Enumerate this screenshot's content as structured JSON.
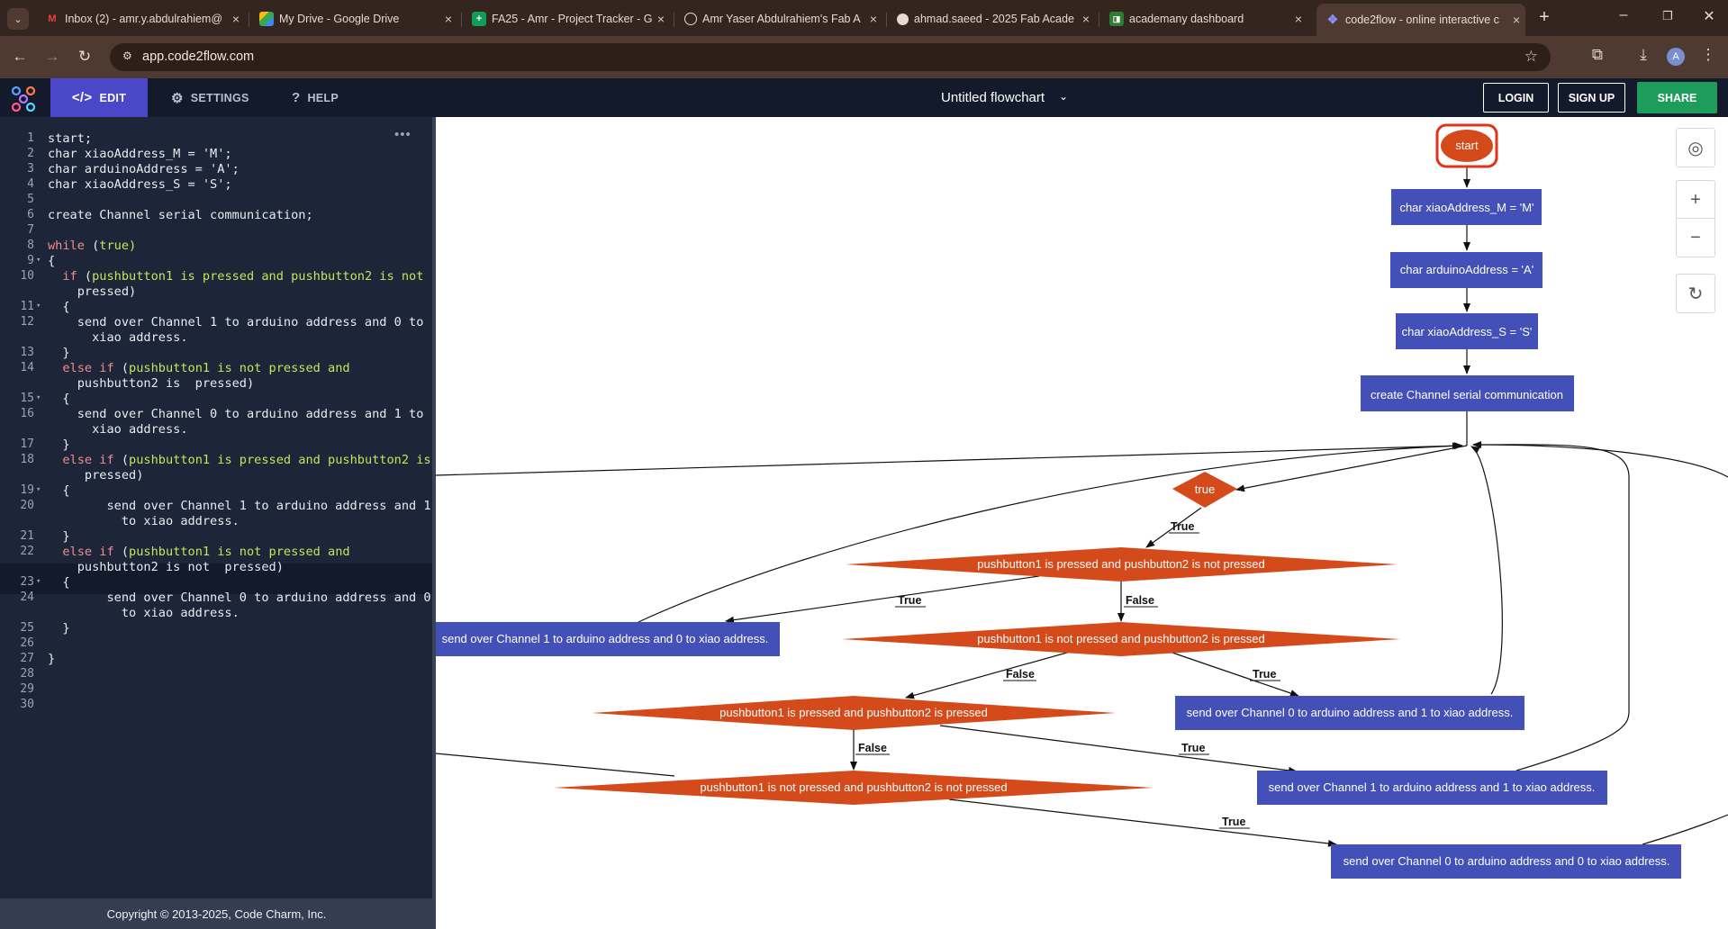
{
  "browser": {
    "tabs": [
      {
        "title": "Inbox (2) - amr.y.abdulrahiem@",
        "icon": "gmail-icon"
      },
      {
        "title": "My Drive - Google Drive",
        "icon": "drive-icon"
      },
      {
        "title": "FA25 - Amr - Project Tracker - G",
        "icon": "sheets-icon"
      },
      {
        "title": "Amr Yaser Abdulrahiem's Fab A",
        "icon": "globe-icon"
      },
      {
        "title": "ahmad.saeed - 2025 Fab Acade",
        "icon": "globe-icon"
      },
      {
        "title": "academany dashboard",
        "icon": "academany-icon"
      },
      {
        "title": "code2flow - online interactive c",
        "icon": "code2flow-icon",
        "active": true
      }
    ],
    "url": "app.code2flow.com",
    "profile_initial": "A"
  },
  "app": {
    "nav": {
      "edit": "EDIT",
      "settings": "SETTINGS",
      "help": "HELP"
    },
    "doc_title": "Untitled flowchart",
    "login": "LOGIN",
    "signup": "SIGN UP",
    "share": "SHARE",
    "footer": "Copyright © 2013-2025, Code Charm, Inc."
  },
  "code_lines": [
    {
      "n": "1",
      "text": "start;"
    },
    {
      "n": "2",
      "text": "char xiaoAddress_M = 'M';"
    },
    {
      "n": "3",
      "text": "char arduinoAddress = 'A';"
    },
    {
      "n": "4",
      "text": "char xiaoAddress_S = 'S';"
    },
    {
      "n": "5",
      "text": ""
    },
    {
      "n": "6",
      "text": "create Channel serial communication;"
    },
    {
      "n": "7",
      "text": ""
    },
    {
      "n": "8",
      "text": "while (true)"
    },
    {
      "n": "9",
      "text": "{"
    },
    {
      "n": "10",
      "text": "  if (pushbutton1 is pressed and pushbutton2 is not"
    },
    {
      "n": "",
      "text": "    pressed)"
    },
    {
      "n": "11",
      "text": "  {"
    },
    {
      "n": "12",
      "text": "    send over Channel 1 to arduino address and 0 to"
    },
    {
      "n": "",
      "text": "      xiao address."
    },
    {
      "n": "13",
      "text": "  }"
    },
    {
      "n": "14",
      "text": "  else if (pushbutton1 is not pressed and"
    },
    {
      "n": "",
      "text": "    pushbutton2 is  pressed)"
    },
    {
      "n": "15",
      "text": "  {"
    },
    {
      "n": "16",
      "text": "    send over Channel 0 to arduino address and 1 to"
    },
    {
      "n": "",
      "text": "      xiao address."
    },
    {
      "n": "17",
      "text": "  }"
    },
    {
      "n": "18",
      "text": "  else if (pushbutton1 is pressed and pushbutton2 is"
    },
    {
      "n": "",
      "text": "     pressed)"
    },
    {
      "n": "19",
      "text": "  {"
    },
    {
      "n": "20",
      "text": "        send over Channel 1 to arduino address and 1"
    },
    {
      "n": "",
      "text": "          to xiao address."
    },
    {
      "n": "21",
      "text": "  }"
    },
    {
      "n": "22",
      "text": "  else if (pushbutton1 is not pressed and"
    },
    {
      "n": "",
      "text": "    pushbutton2 is not  pressed)"
    },
    {
      "n": "23",
      "text": "  {"
    },
    {
      "n": "24",
      "text": "        send over Channel 0 to arduino address and 0"
    },
    {
      "n": "",
      "text": "          to xiao address."
    },
    {
      "n": "25",
      "text": "  }"
    },
    {
      "n": "26",
      "text": ""
    },
    {
      "n": "27",
      "text": "}"
    },
    {
      "n": "28",
      "text": ""
    },
    {
      "n": "29",
      "text": ""
    },
    {
      "n": "30",
      "text": ""
    }
  ],
  "flowchart": {
    "start": "start",
    "nodes": {
      "xiaoM": "char xiaoAddress_M = 'M'",
      "arduino": "char arduinoAddress = 'A'",
      "xiaoS": "char xiaoAddress_S = 'S'",
      "channel": "create Channel serial communication",
      "loop": "true",
      "d1": "pushbutton1 is pressed and pushbutton2 is not pressed",
      "d2": "pushbutton1 is not pressed and pushbutton2 is  pressed",
      "d3": "pushbutton1 is pressed and pushbutton2 is  pressed",
      "d4": "pushbutton1 is not pressed and pushbutton2 is not  pressed",
      "p1": "send over Channel 1 to arduino address and 0 to xiao address.",
      "p2": "send over Channel 0 to arduino address and 1 to xiao address.",
      "p3": "send over Channel 1 to arduino address and 1 to xiao address.",
      "p4": "send over Channel 0 to arduino address and 0 to xiao address."
    },
    "labels": {
      "true": "True",
      "false": "False"
    },
    "colors": {
      "process": "#4350b8",
      "decision": "#d44a1a",
      "start_border": "#e23319"
    }
  },
  "canvas_controls": [
    "target-icon",
    "zoom-in-icon",
    "zoom-out-icon",
    "reset-icon"
  ]
}
